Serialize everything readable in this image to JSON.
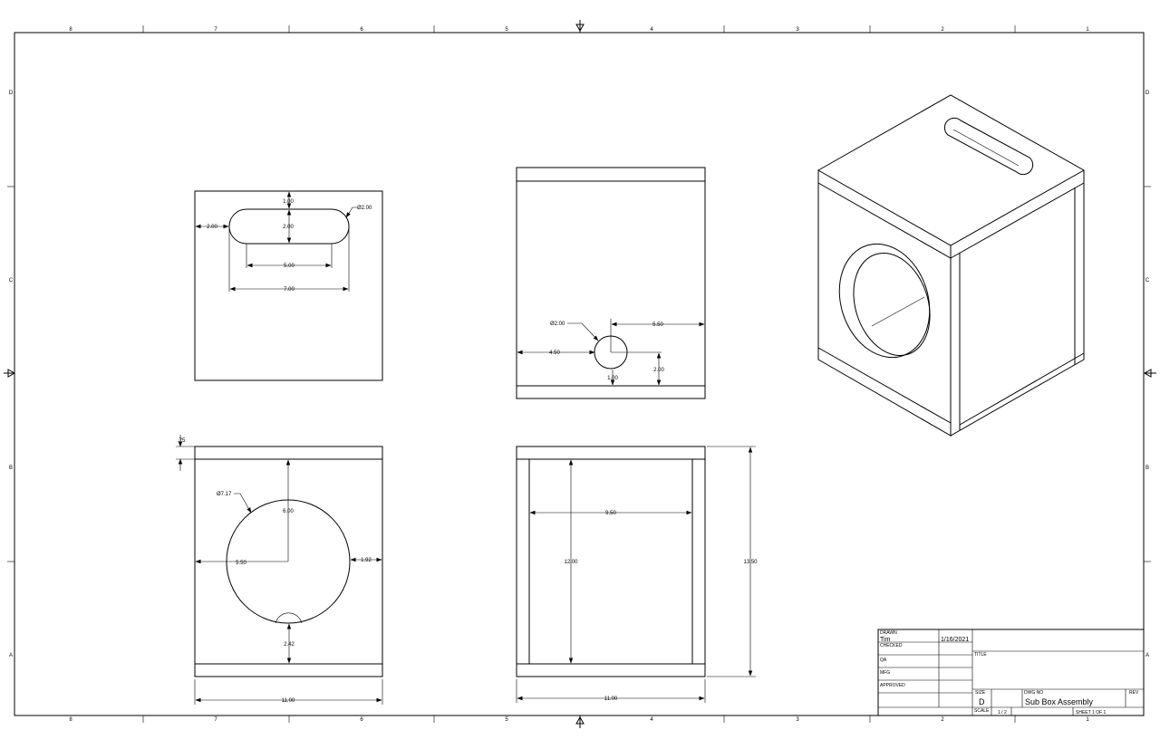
{
  "border": {
    "column_labels": [
      "8",
      "7",
      "6",
      "5",
      "4",
      "3",
      "2",
      "1"
    ],
    "row_labels": [
      "D",
      "C",
      "B",
      "A"
    ]
  },
  "top_view": {
    "dims": {
      "slot_top": "1.00",
      "slot_left": "2.00",
      "slot_dia": "Ø2.00",
      "slot_height": "2.00",
      "slot_center": "5.00",
      "slot_width": "7.00"
    }
  },
  "back_view": {
    "dims": {
      "hole_dia": "Ø2.00",
      "hole_right": "5.50",
      "hole_left": "4.50",
      "hole_bottom": "2.00",
      "hole_radius": "1.00"
    }
  },
  "front_view": {
    "dims": {
      "panel_thk": ".75",
      "circle_dia": "Ø7.17",
      "circle_top": "6.00",
      "circle_left": "5.50",
      "circle_right": "1.92",
      "circle_bottom": "2.42",
      "width": "11.00"
    }
  },
  "side_view": {
    "dims": {
      "inner_width": "9.50",
      "inner_height": "12.00",
      "overall_height": "13.50",
      "width": "11.00"
    }
  },
  "title_block": {
    "drawn_label": "DRAWN",
    "drawn_by": "Tim",
    "drawn_date": "1/16/2021",
    "checked_label": "CHECKED",
    "qa_label": "QA",
    "mfg_label": "MFG",
    "approved_label": "APPROVED",
    "title_label": "TITLE",
    "size_label": "SIZE",
    "size": "D",
    "dwg_no_label": "DWG NO",
    "dwg_no": "Sub Box Assembly",
    "rev_label": "REV",
    "scale_label": "SCALE",
    "scale": "1 / 2",
    "sheet": "SHEET 1  OF 1"
  }
}
